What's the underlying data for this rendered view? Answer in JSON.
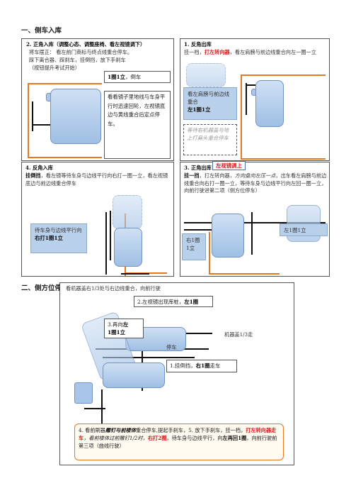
{
  "section1_title": "一、侧车入库",
  "section2_title": "二、侧方位停车",
  "p2": {
    "heading": "2. 正角入库（调整心态、调整座椅、看左视镜调下）",
    "l1": "将车摆正：   看左前门商标与终点线重合停车。",
    "l2": "踩下离合器、踩刹车，挂倒挡，放下手刹车",
    "l3": "（按钮提升考试开始）",
    "box1_a": "1圈1立",
    "box1_b": "，倒车",
    "box2": "看看镜子里地线与车身平行时迅速回轮，左视镜底边与黄线重合后定点停车。"
  },
  "p1": {
    "heading": "1. 反角出库",
    "l1_a": "挂一档，",
    "l1_b": "打左转向器",
    "l1_c": "，看左肩膀与前边线重合向左一圈一立",
    "blue_a": "看左肩膀与前边线重合",
    "blue_b": "左1圈1立",
    "note": "等待右机器盖与地上打扁头重合停车"
  },
  "p4": {
    "heading": "4. 反角入库",
    "l1_a": "挂倒挡",
    "l1_b": "，看左镜等待车身与边线平行向右打一圈一立，看左视镜底边与前边线重合停车",
    "blue_a": "待车身与边线平行向",
    "blue_b": "右打1圈1立"
  },
  "p3": {
    "heading": "3. 正角出库",
    "tag": "左视镜调上",
    "l1_a": "挂一挡",
    "l1_b": "，打左转向器，",
    "l1_c": "方向盘向左压一点",
    "l1_d": "，出车看左肩膀与前边线重合向右打一圈一立，等待车身与边线平行向左回一圈一立，向前行驶进第二项（侧方位停车）",
    "box_left_a": "右1圈",
    "box_left_b": "1立",
    "box_right": "左1圈1立"
  },
  "s2": {
    "top": "看机器盖右1/3处与右边线重合，向前行驶",
    "step2_a": "2.左视镜出现库桩，",
    "step2_b": "左1圈",
    "step3_a": "3.再向",
    "step3_b": "左",
    "step3_c": "1圈1立",
    "hood": "机器盖1/3走",
    "stop": "停车",
    "step1_a": "1.挂倒挡，",
    "step1_b": "右1圈",
    "step1_c": "走车",
    "bottom_a": "4. 看前刷器",
    "bottom_b": "雕钉与前楼体",
    "bottom_c": "重合停车,提起手刹车，5. 放下手刹车，挂一档，",
    "bottom_d": "打左转向器走车",
    "bottom_e": "，看前楼体过前雕钉1/2时，",
    "bottom_f": "右打2圈",
    "bottom_g": "，待车身与边线平行，向",
    "bottom_h": "左再回1圈",
    "bottom_i": "，向前行驶前第三项（曲线行驶）"
  }
}
